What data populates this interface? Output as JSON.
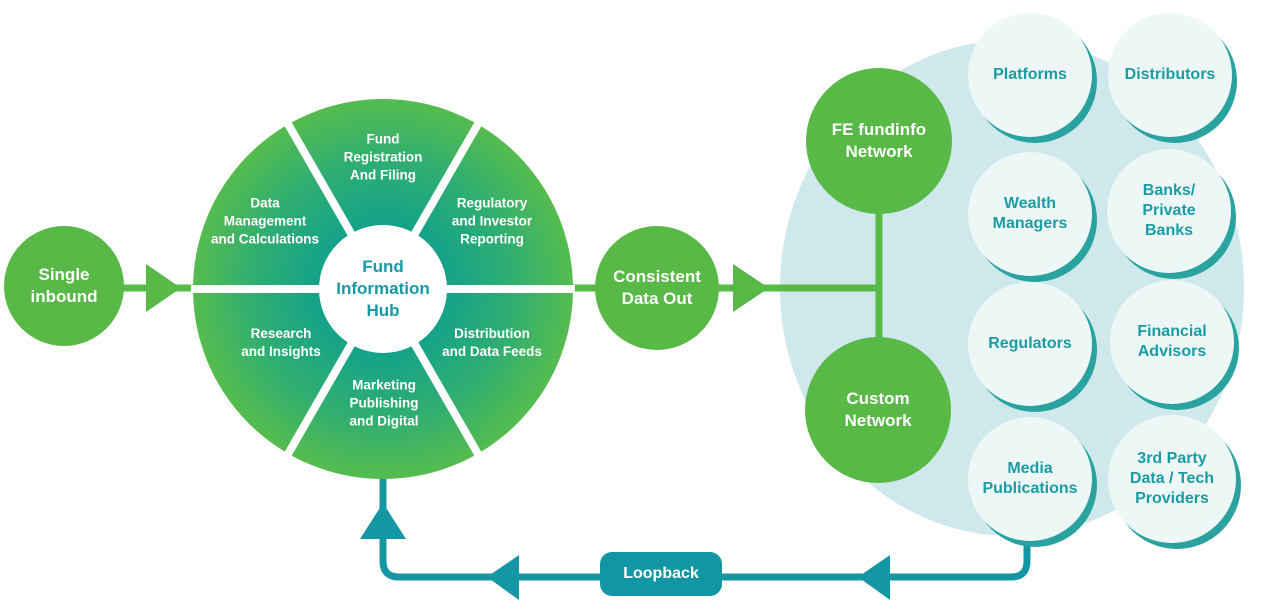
{
  "colors": {
    "green": "#58b947",
    "wheel_inner_teal": "#12a18c",
    "wheel_outer_green": "#55bc4e",
    "cloud_blue": "#cfe8ec",
    "teal_line": "#1496a3",
    "member_fill": "#edf8f6",
    "member_shadow": "#2aa3a0",
    "member_text": "#1b9ba4",
    "hub_text": "#1899a6"
  },
  "flow": {
    "single_inbound": "Single\ninbound",
    "consistent_data_out": "Consistent\nData Out",
    "loopback_label": "Loopback"
  },
  "hub": {
    "center_label": "Fund\nInformation\nHub",
    "segments": {
      "top": "Fund\nRegistration\nAnd Filing",
      "upper_left": "Data\nManagement\nand Calculations",
      "upper_right": "Regulatory\nand Investor\nReporting",
      "lower_left": "Research\nand Insights",
      "lower_right": "Distribution\nand Data Feeds",
      "bottom": "Marketing\nPublishing\nand Digital"
    }
  },
  "network": {
    "fe_fundinfo_label": "FE fundinfo\nNetwork",
    "custom_label": "Custom\nNetwork",
    "members": [
      "Platforms",
      "Distributors",
      "Wealth\nManagers",
      "Banks/\nPrivate\nBanks",
      "Regulators",
      "Financial\nAdvisors",
      "Media\nPublications",
      "3rd Party\nData / Tech\nProviders"
    ]
  }
}
